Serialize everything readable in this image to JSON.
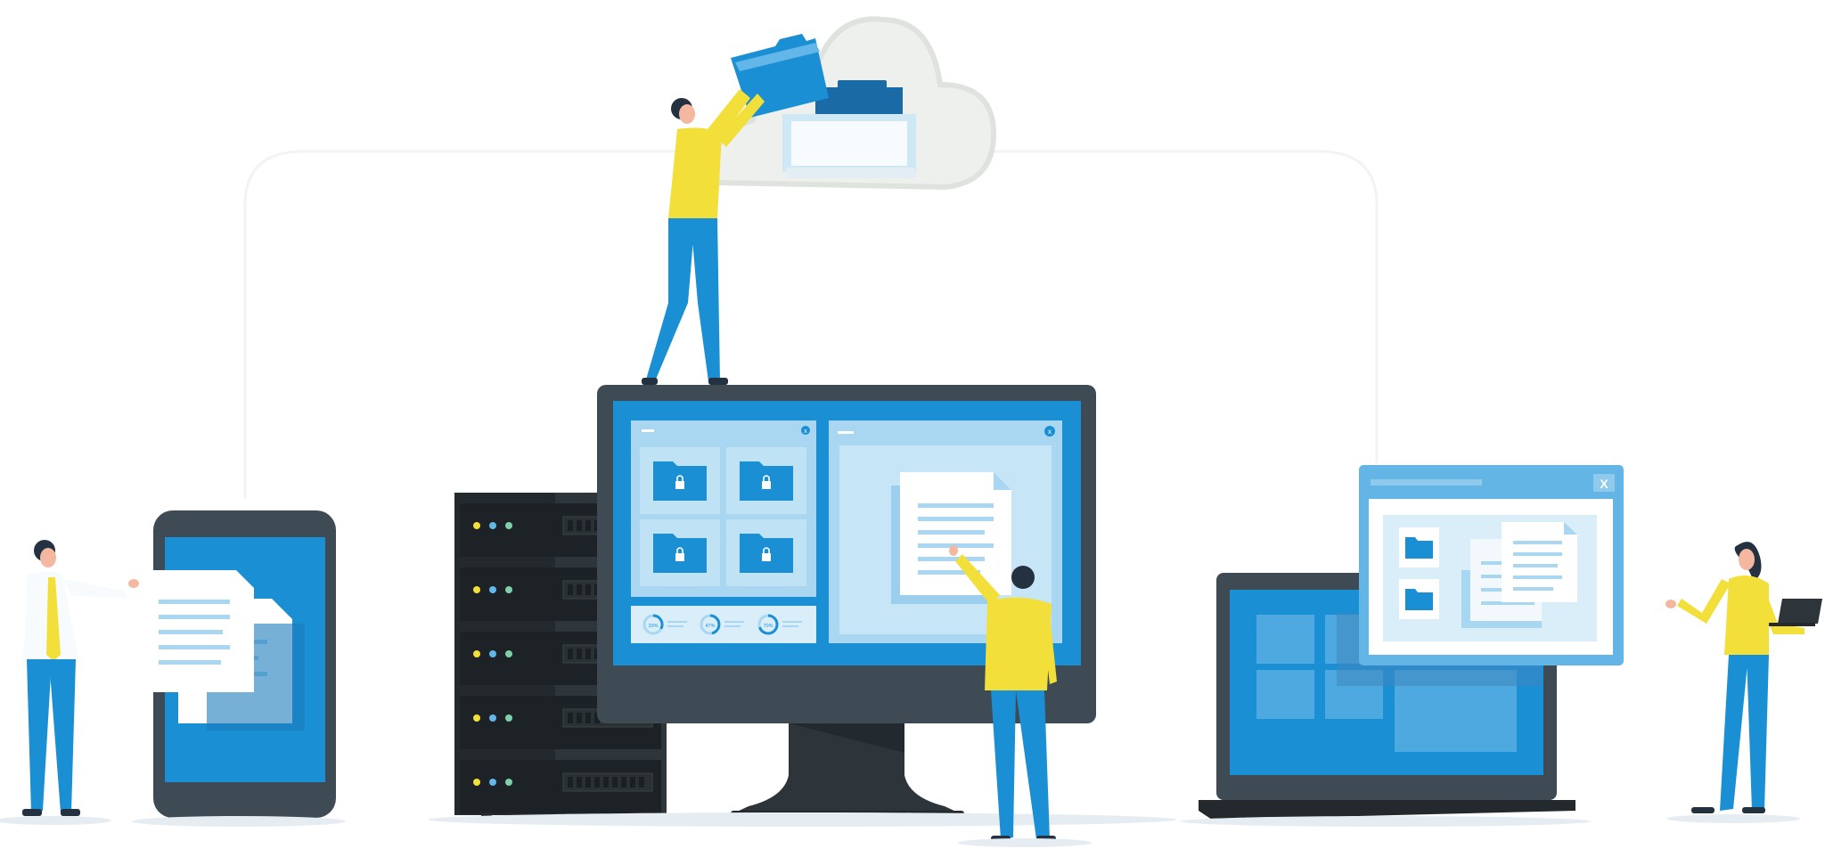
{
  "window_close_glyph": "X",
  "gauges": [
    {
      "value": "33%"
    },
    {
      "value": "47%"
    },
    {
      "value": "70%"
    }
  ],
  "colors": {
    "primary_blue": "#1b8fd4",
    "light_blue": "#a9d6f0",
    "pale_blue": "#d9eef9",
    "dark_gray": "#3e4a54",
    "server_black": "#24292d",
    "yellow": "#f3df3a",
    "cloud_gray": "#dfe3de"
  },
  "icons": [
    "cloud-icon",
    "folder-icon",
    "lock-icon",
    "document-icon",
    "close-icon",
    "server-rack-icon"
  ]
}
